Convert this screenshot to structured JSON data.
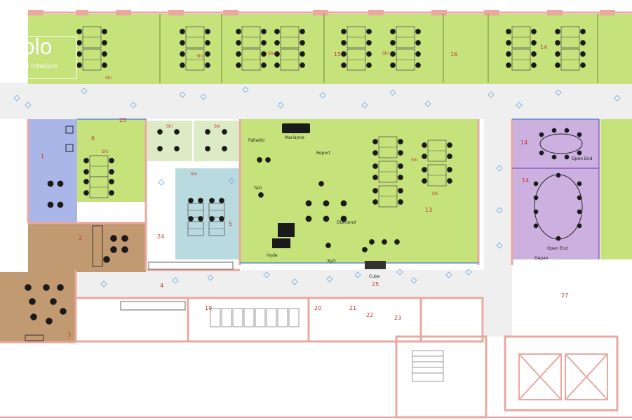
{
  "logo": {
    "word": "solo",
    "tagline": "office interiors"
  },
  "colors": {
    "green": "#c6e27a",
    "blue": "#aab6e8",
    "teal": "#b9dbe0",
    "purple": "#ccb0e0",
    "brown": "#c29a72",
    "pale_green": "#dcebc6",
    "wall": "#e9a8a0",
    "corridor": "#efefef"
  },
  "rooms": {
    "palladio": "Palladio",
    "marianne": "Marianne",
    "report": "Report",
    "tao": "TaO",
    "diamond": "Diamond",
    "hyde": "Hyde",
    "kyo": "KyO",
    "cube": "Cube",
    "depan": "Depan",
    "open_end_top": "Open End",
    "open_end_bottom": "Open End"
  },
  "labels": {
    "shi_1": "Shi",
    "shi_2": "Shi",
    "shi_3": "Shi",
    "shi_4": "Shi",
    "shi_5": "Shi",
    "shi_6": "Shi",
    "shi_7": "Shi",
    "shi_8": "Shi",
    "shi_9": "Shi",
    "shi_10": "Shi"
  },
  "numbers": {
    "n25a": "25",
    "n25b": "25",
    "n27": "27",
    "n24": "24",
    "n4": "4",
    "n3": "3",
    "n2": "2",
    "n1": "1",
    "n5": "5",
    "n6": "6",
    "n13": "13",
    "n14a": "14",
    "n14b": "14",
    "n14c": "14",
    "n15": "15",
    "n16": "16",
    "n19": "19",
    "n20": "20",
    "n21": "21",
    "n22": "22",
    "n23": "23"
  }
}
